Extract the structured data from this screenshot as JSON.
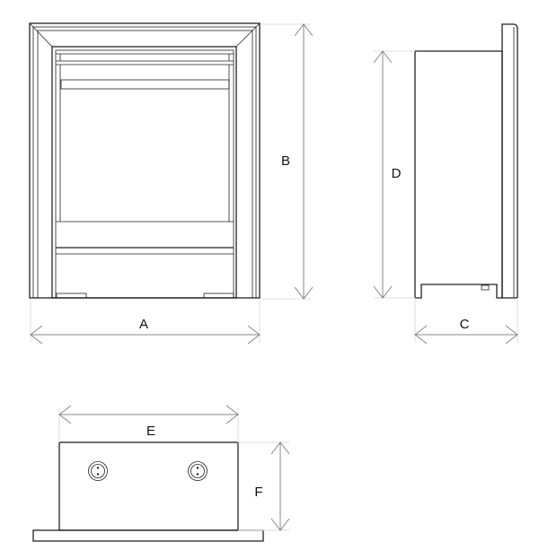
{
  "dimensions": {
    "a": "A",
    "b": "B",
    "c": "C",
    "d": "D",
    "e": "E",
    "f": "F"
  },
  "views": [
    "front-view",
    "side-view",
    "top-view"
  ],
  "colors": {
    "line": "#222222",
    "dimension": "#888888"
  }
}
